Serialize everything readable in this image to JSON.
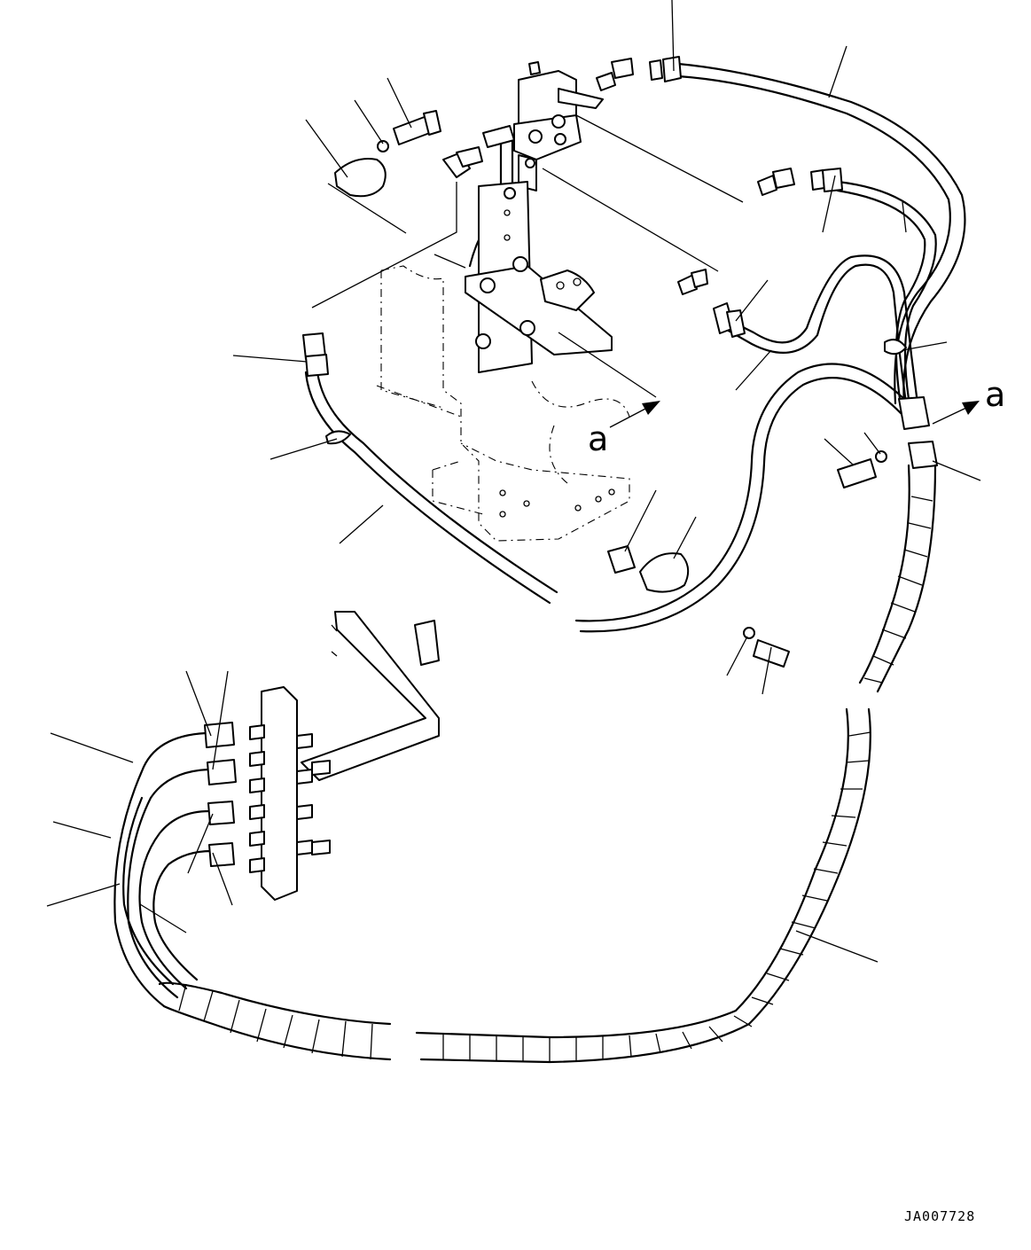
{
  "figure": {
    "view_markers": [
      "a",
      "a"
    ],
    "drawing_code": "JA007728"
  }
}
